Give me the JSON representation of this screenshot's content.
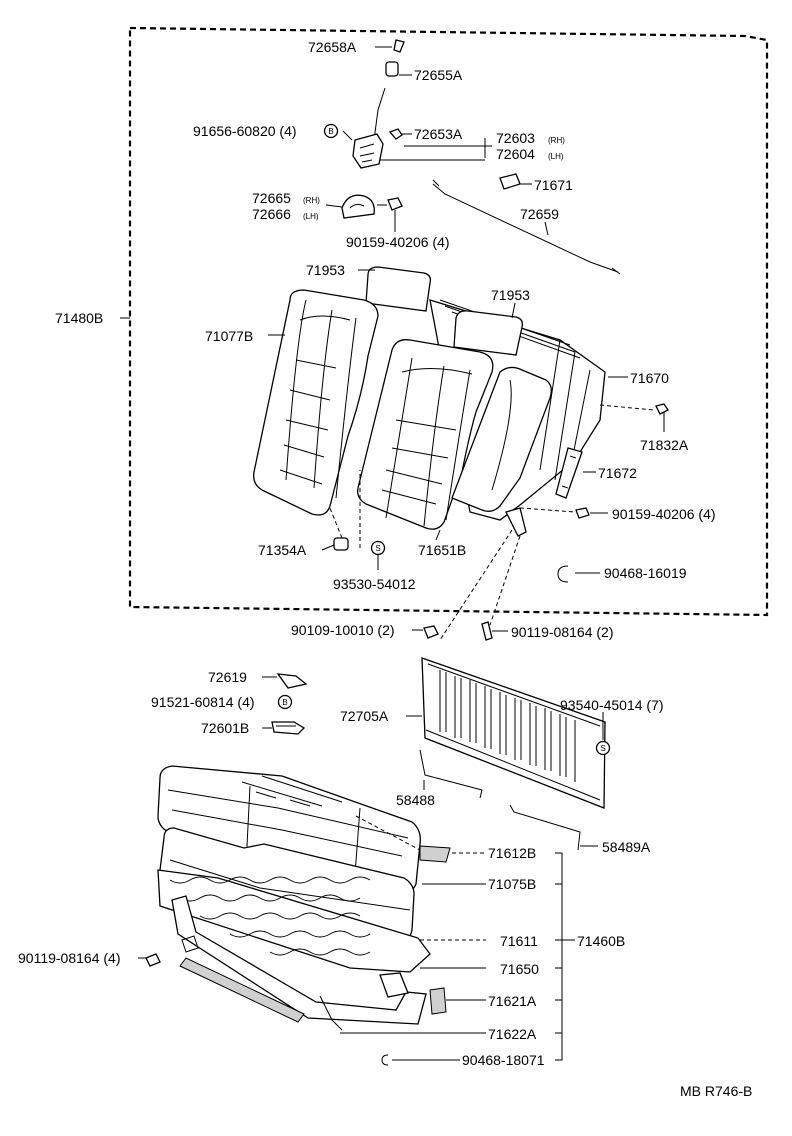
{
  "diagram": {
    "code": "MB R746-B",
    "labels": {
      "p72658A": "72658A",
      "p72655A": "72655A",
      "p91656": "91656-60820 (4)",
      "p72653A": "72653A",
      "p72603": "72603",
      "p72603_suffix": "(RH)",
      "p72604": "72604",
      "p72604_suffix": "(LH)",
      "p72665": "72665",
      "p72665_suffix": "(RH)",
      "p72666": "72666",
      "p72666_suffix": "(LH)",
      "p71671": "71671",
      "p72659": "72659",
      "p90159a": "90159-40206 (4)",
      "p71953a": "71953",
      "p71953b": "71953",
      "p71480B": "71480B",
      "p71077B": "71077B",
      "p71670": "71670",
      "p71832A": "71832A",
      "p71672": "71672",
      "p90159b": "90159-40206 (4)",
      "p71354A": "71354A",
      "p71651B": "71651B",
      "p93530": "93530-54012",
      "p90468a": "90468-16019",
      "p90109": "90109-10010 (2)",
      "p90119a": "90119-08164 (2)",
      "p72619": "72619",
      "p91521": "91521-60814 (4)",
      "p72601B": "72601B",
      "p72705A": "72705A",
      "p93540": "93540-45014 (7)",
      "p58488": "58488",
      "p58489A": "58489A",
      "p71612B": "71612B",
      "p71075B": "71075B",
      "p71611": "71611",
      "p71460B": "71460B",
      "p90119b": "90119-08164 (4)",
      "p71650": "71650",
      "p71621A": "71621A",
      "p71622A": "71622A",
      "p90468b": "90468-18071"
    },
    "symbols": {
      "b_mark": "B",
      "s_mark": "S",
      "c_mark": "C"
    }
  }
}
